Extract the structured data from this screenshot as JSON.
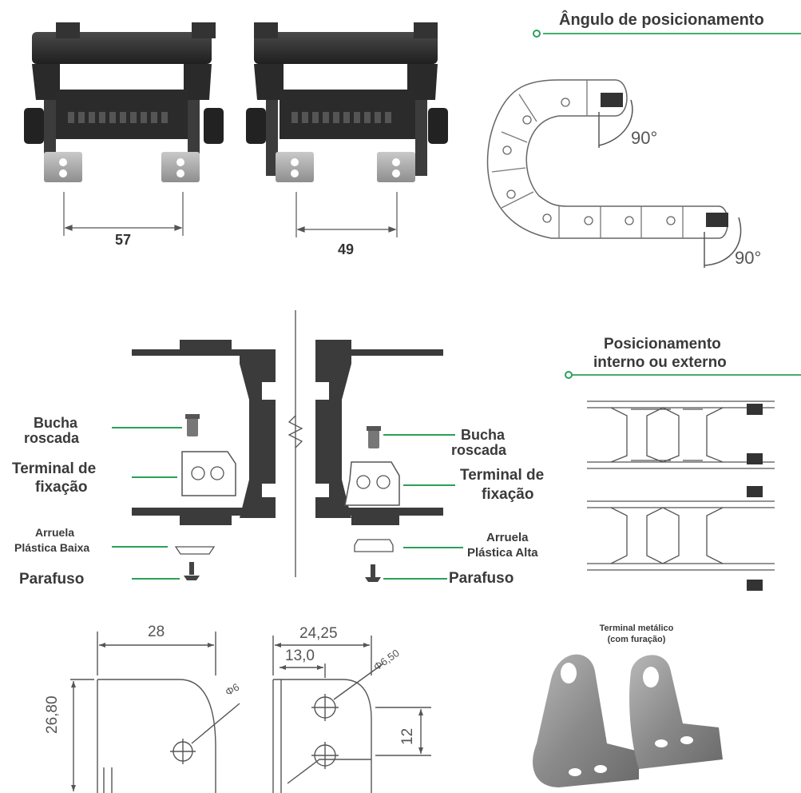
{
  "top_dims": {
    "left_width": "57",
    "right_width": "49"
  },
  "positioning_angle": {
    "title": "Ângulo de posicionamento",
    "angle_upper": "90°",
    "angle_lower": "90°"
  },
  "internal_external": {
    "title_line1": "Posicionamento",
    "title_line2": "interno ou externo"
  },
  "assembly": {
    "left": {
      "bushing_line1": "Bucha",
      "bushing_line2": "roscada",
      "terminal_line1": "Terminal de",
      "terminal_line2": "fixação",
      "washer_line1": "Arruela",
      "washer_line2": "Plástica Baixa",
      "screw": "Parafuso"
    },
    "right": {
      "bushing_line1": "Bucha",
      "bushing_line2": "roscada",
      "terminal_line1": "Terminal de",
      "terminal_line2": "fixação",
      "washer_line1": "Arruela",
      "washer_line2": "Plástica Alta",
      "screw": "Parafuso"
    }
  },
  "drawing_dims": {
    "left_width": "28",
    "left_height": "26,80",
    "left_hole": "Φ6",
    "right_width": "24,25",
    "right_offset": "13,0",
    "right_hole": "Φ6,50",
    "right_spacing": "12"
  },
  "metal_terminal": {
    "title_line1": "Terminal metálico",
    "title_line2": "(com furação)"
  },
  "colors": {
    "accent_green": "#2aa05a",
    "part_dark": "#333333",
    "part_gray": "#555555"
  }
}
